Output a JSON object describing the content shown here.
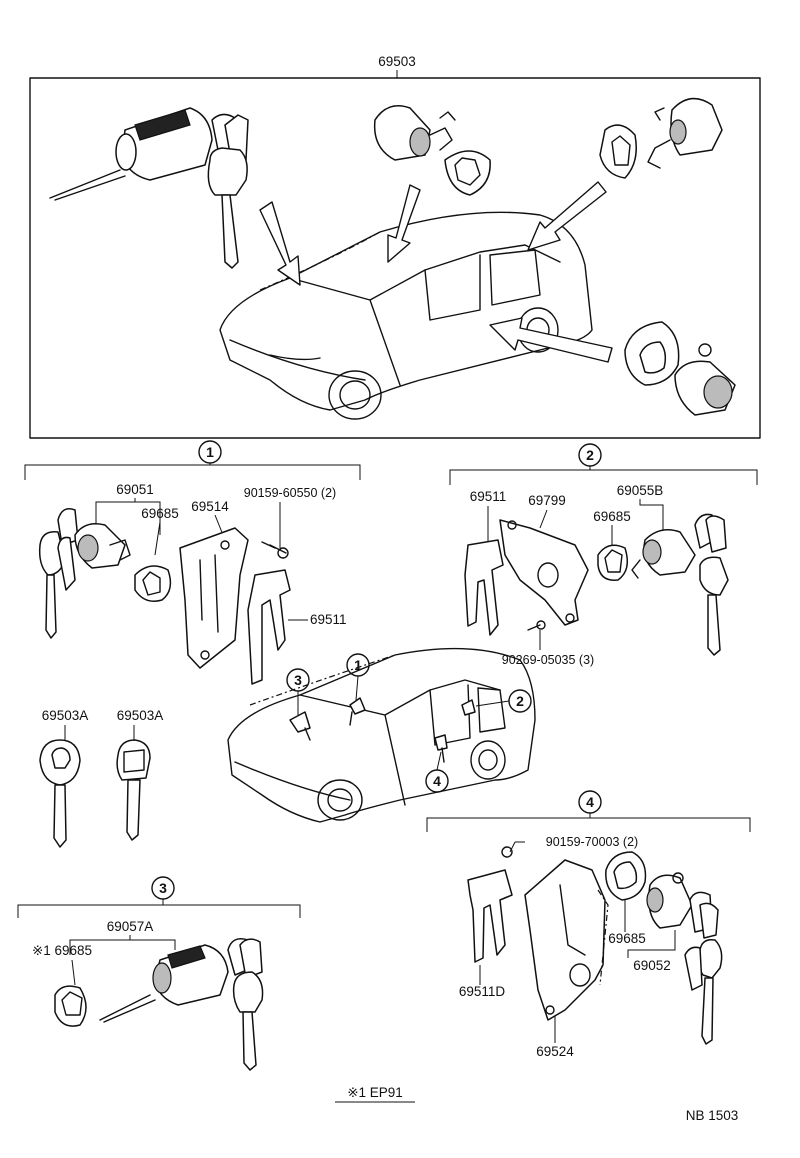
{
  "main_assembly": {
    "part_number": "69503"
  },
  "sections": [
    {
      "id": "1",
      "callout": "1",
      "parts": [
        "69051",
        "69685",
        "69514",
        "90159-60550 (2)",
        "69511"
      ]
    },
    {
      "id": "2",
      "callout": "2",
      "parts": [
        "69511",
        "69799",
        "69055B",
        "69685",
        "90269-05035 (3)"
      ]
    },
    {
      "id": "3",
      "callout": "3",
      "parts": [
        "69057A",
        "※1 69685"
      ]
    },
    {
      "id": "4",
      "callout": "4",
      "parts": [
        "90159-70003 (2)",
        "69511D",
        "69524",
        "69685",
        "69052"
      ]
    }
  ],
  "keys": {
    "left": "69503A",
    "right": "69503A"
  },
  "locator_callouts": [
    "1",
    "2",
    "3",
    "4"
  ],
  "footnote": "※1 EP91",
  "diagram_code": "NB 1503",
  "colors": {
    "ink": "#111111",
    "background": "#ffffff"
  }
}
